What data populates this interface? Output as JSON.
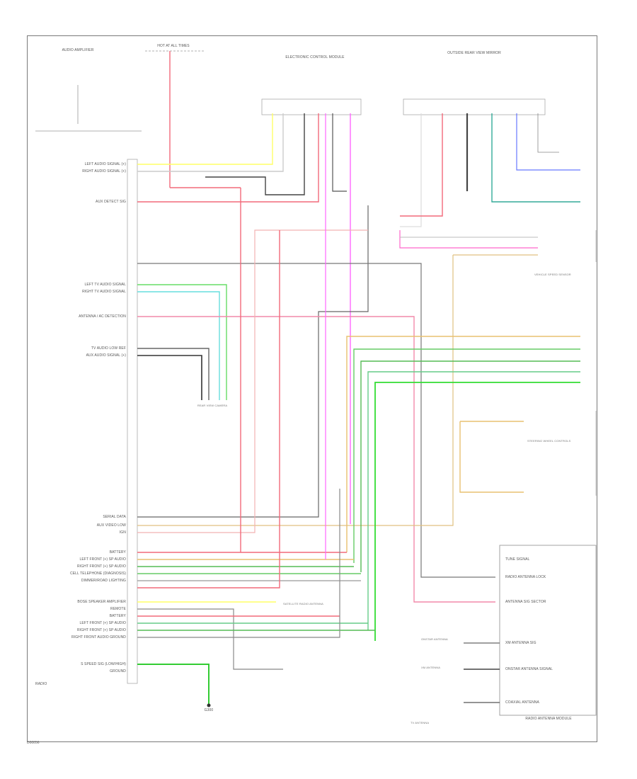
{
  "diagram": {
    "radio_labels": {
      "left_audio_signal_a": "LEFT AUDIO SIGNAL (+)",
      "right_audio_signal_a": "RIGHT AUDIO SIGNAL (+)",
      "aux_detect": "AUX DETECT SIG",
      "left_tv_audio": "LEFT TV AUDIO SIGNAL",
      "right_tv_audio": "RIGHT TV AUDIO SIGNAL",
      "antenna": "ANTENNA / AC DETECTION",
      "tv_audio_low": "TV AUDIO LOW REF",
      "aux_audio": "AUX AUDIO SIGNAL (+)",
      "serial_data": "SERIAL DATA",
      "aux_video": "AUX VIDEO LOW",
      "ign": "IGN",
      "battery": "BATTERY",
      "left_front_sp": "LEFT FRONT (+) SP AUDIO",
      "right_front_sp": "RIGHT FRONT (+) SP AUDIO",
      "cell_phone": "CELL TELEPHONE (DIAGNOSIS)",
      "dimmer": "DIMMER/ROAD LIGHTING",
      "bose": "BOSE SPEAKER AMPLIFIER",
      "remote": "REMOTE",
      "battery2": "BATTERY",
      "left_front_spk": "LEFT FRONT (+) SP AUDIO",
      "right_front_spk": "RIGHT FRONT (+) SP AUDIO",
      "right_front_gnd": "RIGHT FRONT AUDIO GROUND",
      "speed_sensor": "S SPEED SIG (LOW/HIGH)",
      "ground": "GROUND",
      "radio": "RADIO"
    },
    "ground_label": "G300",
    "module_right": {
      "title": "RADIO ANTENNA MODULE",
      "pins": [
        "TUNE SIGNAL",
        "RADIO ANTENNA LOCK",
        "ANTENNA SIG SECTOR",
        "XM ANTENNA SIG",
        "ONSTAR ANTENNA SIGNAL",
        "COAXIAL ANTENNA"
      ]
    },
    "top_labels": {
      "left_box": "AUDIO AMPLIFIER",
      "fuse_block": "HOT AT ALL TIMES",
      "center": "ELECTRONIC CONTROL MODULE",
      "right": "OUTSIDE REAR VIEW MIRROR"
    },
    "notes": [
      "REAR VIEW CAMERA",
      "STEERING WHEEL CONTROLS",
      "VEHICLE SPEED SENSOR",
      "SATELLITE RADIO ANTENNA",
      "ONSTAR ANTENNA",
      "XM ANTENNA",
      "TV ANTENNA"
    ],
    "figure_id": "D00056"
  }
}
